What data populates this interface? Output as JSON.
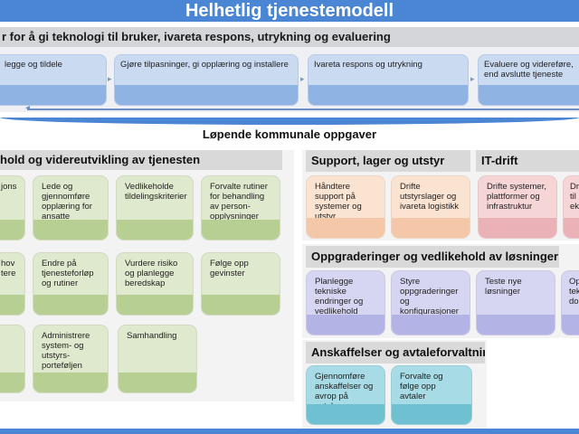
{
  "title": "Helhetlig tjenestemodell",
  "process": {
    "header": "r for å gi teknologi til bruker, ivareta respons, utrykning og evaluering",
    "steps": [
      "legge og tildele",
      "Gjøre tilpasninger, gi opplæring og installere",
      "Ivareta respons og utrykning",
      "Evaluere og videreføre, end avslutte tjeneste"
    ]
  },
  "subheading": "Løpende kommunale oppgaver",
  "left_section": {
    "header": "hold og videreutvikling av tjenesten",
    "cards": [
      "jons",
      "Lede og gjennomføre opplæring for ansatte",
      "Vedlikeholde tildelingskriterier",
      "Forvalte rutiner for behandling av person-opplysninger",
      "hov tere",
      "Endre på tjenesteforløp og rutiner",
      "Vurdere risiko og planlegge beredskap",
      "Følge opp gevinster",
      "",
      "Administrere system- og utstyrs-porteføljen",
      "Samhandling"
    ]
  },
  "support": {
    "header": "Support, lager og utstyr",
    "cards": [
      "Håndtere support på systemer og utstyr",
      "Drifte utstyrslager og ivareta logistikk"
    ]
  },
  "itdrift": {
    "header": "IT-drift",
    "cards": [
      "Drifte systemer, plattformer og infrastruktur",
      "Dri til ek"
    ]
  },
  "upgrades": {
    "header": "Oppgraderinger og vedlikehold av løsninger",
    "cards": [
      "Planlegge tekniske endringer og vedlikehold",
      "Styre oppgraderinger og konfigurasjoner",
      "Teste nye løsninger",
      "Op tek do"
    ]
  },
  "procurement": {
    "header": "Anskaffelser og avtaleforvaltning",
    "cards": [
      "Gjennomføre anskaffelser og avrop på avtaler",
      "Forvalte og følge opp avtaler"
    ]
  },
  "colors": {
    "title": "#4a86d4",
    "process_box": "#c9daf1",
    "green": "#dfe9cd",
    "orange": "#fbe3d2",
    "pink": "#f6d5d7",
    "purple": "#d6d6f2",
    "teal": "#a7dbe5"
  }
}
